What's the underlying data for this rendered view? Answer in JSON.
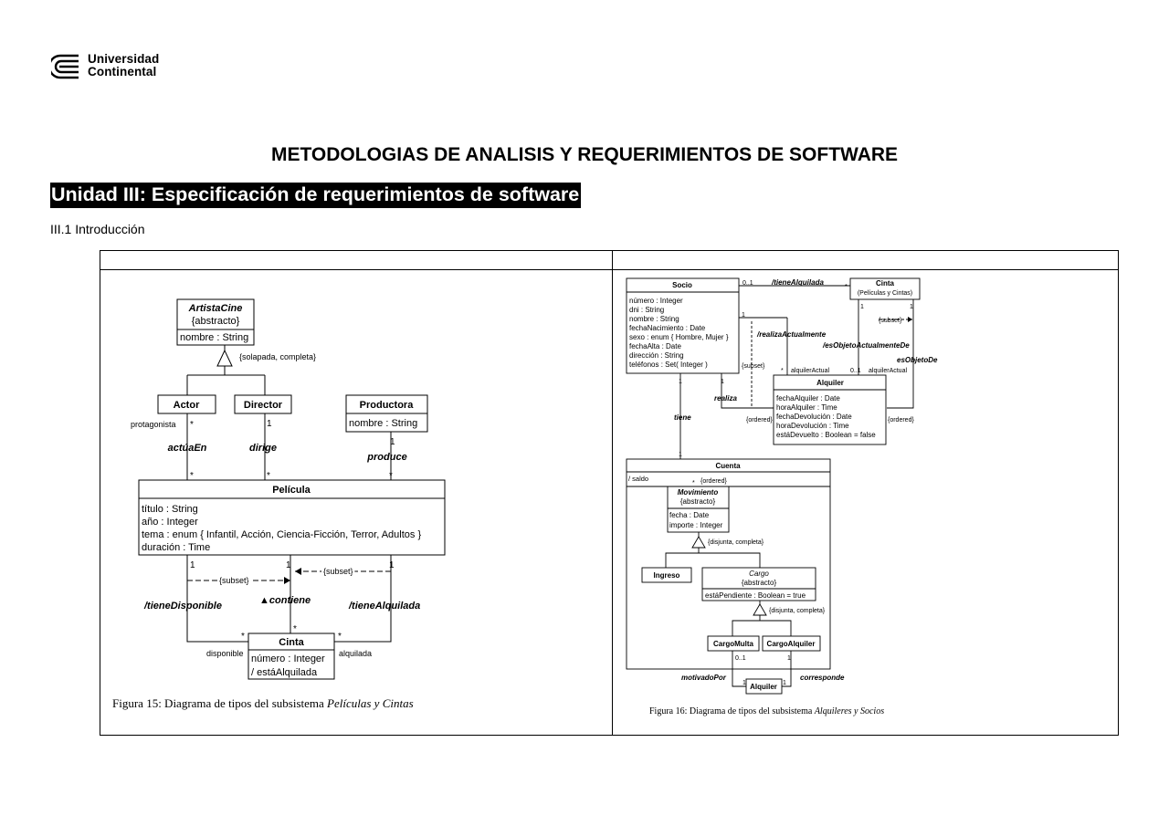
{
  "header": {
    "logo_line1": "Universidad",
    "logo_line2": "Continental",
    "main_title": "METODOLOGIAS DE ANALISIS Y REQUERIMIENTOS DE SOFTWARE",
    "unit_title": "Unidad III: Especificación de requerimientos de software",
    "section": "III.1 Introducción"
  },
  "fig15": {
    "artista_name": "ArtistaCine",
    "artista_stereo": "{abstracto}",
    "artista_attr": "nombre : String",
    "gen_label": "{solapada, completa}",
    "actor": "Actor",
    "director": "Director",
    "productora": "Productora",
    "productora_attr": "nombre : String",
    "protagonista": "protagonista",
    "star": "*",
    "one": "1",
    "actua_en": "actúaEn",
    "dirige": "dirige",
    "produce": "produce",
    "pelicula": "Película",
    "pel_attrs": [
      "título : String",
      "año : Integer",
      "tema : enum { Infantil, Acción, Ciencia-Ficción, Terror, Adultos }",
      "duración : Time"
    ],
    "subset": "{subset}",
    "contiene": "▲contiene",
    "tiene_disponible": "/tieneDisponible",
    "tiene_alquilada": "/tieneAlquilada",
    "disponible": "disponible",
    "alquilada": "alquilada",
    "cinta": "Cinta",
    "cinta_attrs": [
      "número : Integer",
      "/ estáAlquilada"
    ],
    "caption_prefix": "Figura 15: Diagrama de tipos del subsistema ",
    "caption_italic": "Películas y Cintas"
  },
  "fig16": {
    "socio": "Socio",
    "socio_attrs": [
      "número : Integer",
      "dni : String",
      "nombre : String",
      "fechaNacimiento : Date",
      "sexo : enum { Hombre, Mujer }",
      "fechaAlta : Date",
      "dirección : String",
      "teléfonos : Set( Integer )"
    ],
    "m01": "0..1",
    "tiene_alquilada": "/tieneAlquilada",
    "star": "*",
    "one": "1",
    "cinta": "Cinta",
    "cinta_sub": "(Películas y Cintas)",
    "subset": "{subset}",
    "realiza_actualmente": "/realizaActualmente",
    "es_objeto_actual": "/esObjetoActualmenteDe",
    "es_objeto": "esObjetoDe",
    "alquiler_actual": "alquilerActual",
    "alquiler": "Alquiler",
    "alquiler_attrs": [
      "fechaAlquiler : Date",
      "horaAlquiler : Time",
      "fechaDevolución : Date",
      "horaDevolución : Time",
      "estáDevuelto : Boolean = false"
    ],
    "realiza": "realiza",
    "ordered": "{ordered}",
    "tiene": "tiene",
    "cuenta": "Cuenta",
    "saldo": "/ saldo",
    "movimiento": "Movimiento",
    "abstracto": "{abstracto}",
    "mov_attrs": [
      "fecha : Date",
      "importe : Integer"
    ],
    "disjunta": "{disjunta, completa}",
    "ingreso": "Ingreso",
    "cargo": "Cargo",
    "cargo_attr": "estáPendiente : Boolean = true",
    "cargo_multa": "CargoMulta",
    "cargo_alquiler": "CargoAlquiler",
    "motivado_por": "motivadoPor",
    "corresponde": "corresponde",
    "caption_prefix": "Figura 16: Diagrama de tipos del subsistema ",
    "caption_italic": "Alquileres y Socios"
  }
}
